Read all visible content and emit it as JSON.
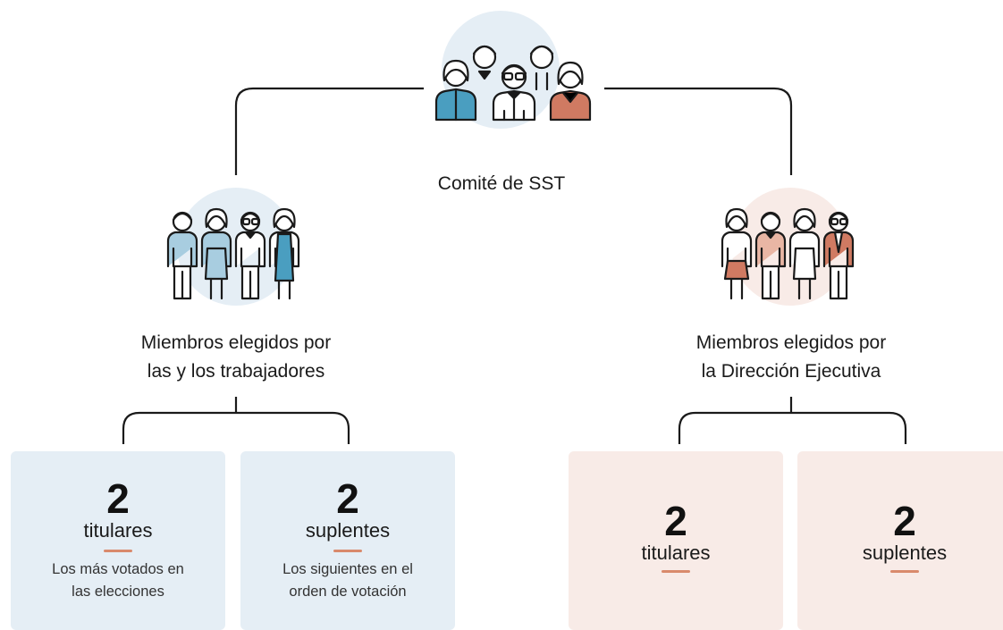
{
  "root": {
    "label": "Comité de SST",
    "icon": "committee-group-icon"
  },
  "branches": [
    {
      "label_line1": "Miembros elegidos por",
      "label_line2": "las y los trabajadores",
      "icon": "workers-group-icon",
      "color": "#e5eef5",
      "cards": [
        {
          "number": "2",
          "kind": "titulares",
          "desc_line1": "Los más votados en",
          "desc_line2": "las elecciones"
        },
        {
          "number": "2",
          "kind": "suplentes",
          "desc_line1": "Los siguientes en el",
          "desc_line2": "orden de votación"
        }
      ]
    },
    {
      "label_line1": "Miembros elegidos por",
      "label_line2": "la Dirección Ejecutiva",
      "icon": "management-group-icon",
      "color": "#f8ebe7",
      "cards": [
        {
          "number": "2",
          "kind": "titulares"
        },
        {
          "number": "2",
          "kind": "suplentes"
        }
      ]
    }
  ],
  "colors": {
    "blue": "#4a9ec0",
    "light_blue": "#a8cde0",
    "terracotta": "#d07a62",
    "peach": "#e9b6a4",
    "line": "#1a1a1a"
  }
}
